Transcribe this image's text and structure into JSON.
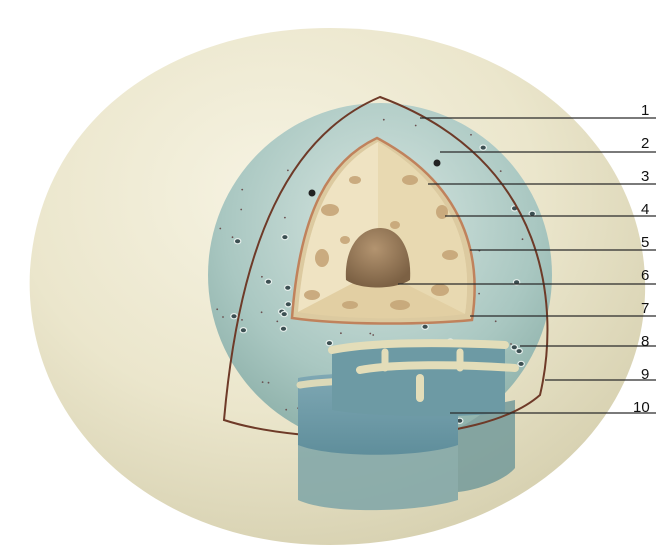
{
  "diagram": {
    "labels": [
      {
        "text": "1"
      },
      {
        "text": "2"
      },
      {
        "text": "3"
      },
      {
        "text": "4"
      },
      {
        "text": "5"
      },
      {
        "text": "6"
      },
      {
        "text": "7"
      },
      {
        "text": "8"
      },
      {
        "text": "9"
      },
      {
        "text": "10"
      }
    ]
  },
  "colors": {
    "cell_body": "#eae6cd",
    "nuclear_region": "#b3cfc9",
    "nucleoplasm": "#ede1bf",
    "chromatin": "#c5a476",
    "nucleolus": "#8f7352",
    "membrane_outline": "#6e3a28",
    "er_cisterna": "#6e9aa7"
  }
}
